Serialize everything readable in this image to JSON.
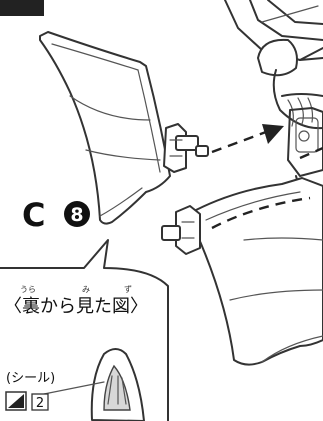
{
  "part_label": {
    "letter": "C",
    "number": "8"
  },
  "callout": {
    "title": "〈裏から見た図〉",
    "ruby": {
      "ura": "うら",
      "mi": "み",
      "zu": "ず"
    }
  },
  "seal": {
    "label": "(シール)",
    "number": "2"
  },
  "colors": {
    "line": "#333333",
    "background": "#ffffff",
    "shade": "#d8d8d8"
  }
}
